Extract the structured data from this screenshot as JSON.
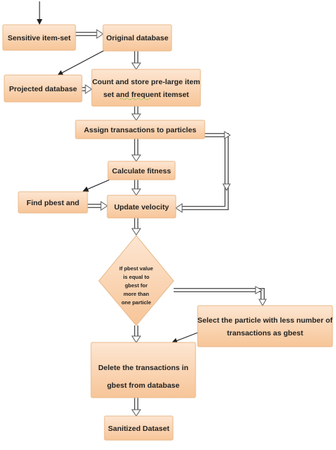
{
  "nodes": {
    "sensitive": {
      "label": "Sensitive item-set"
    },
    "original": {
      "label": "Original database"
    },
    "projected": {
      "label": "Projected database"
    },
    "count_store": {
      "line1": "Count and store pre-large item",
      "line2": "set and  frequent itemset"
    },
    "assign": {
      "label": "Assign transactions to particles"
    },
    "fitness": {
      "label": "Calculate fitness"
    },
    "find_pbest": {
      "label": "Find pbest and"
    },
    "update_velocity": {
      "label": "Update velocity"
    },
    "decision": {
      "line1": "If pbest value",
      "line2": "is equal to",
      "line3": "gbest for",
      "line4": "more than",
      "line5": "one particle"
    },
    "select_particle": {
      "line1": "Select the particle with less number of",
      "line2": "transactions as gbest"
    },
    "delete_tx": {
      "line1": "Delete the transactions in",
      "line2": "gbest from database"
    },
    "sanitized": {
      "label": "Sanitized Dataset"
    }
  },
  "colors": {
    "box_fill_top": "#fde3cc",
    "box_fill_bottom": "#f8c89d",
    "box_border": "#e8b98a",
    "arrow_outline": "#555555",
    "text": "#222222"
  }
}
